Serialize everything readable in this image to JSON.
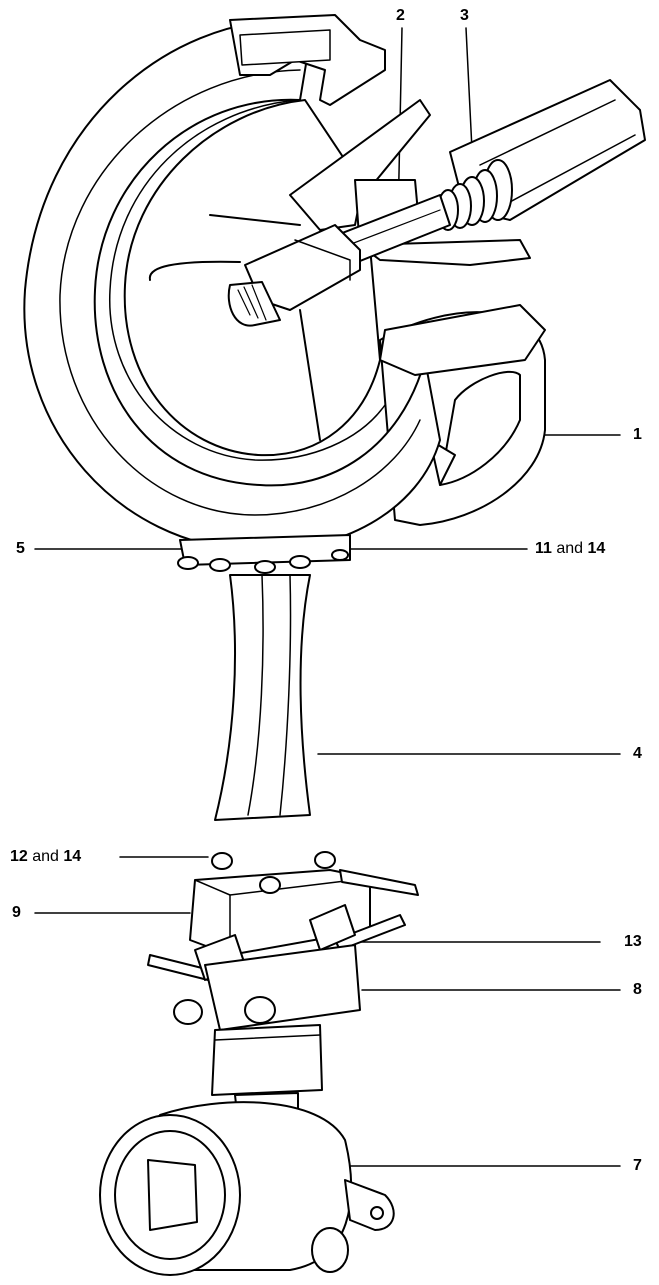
{
  "labels": {
    "l1": {
      "num": "1"
    },
    "l2": {
      "num": "2"
    },
    "l3": {
      "num": "3"
    },
    "l4": {
      "num": "4"
    },
    "l5": {
      "num": "5"
    },
    "l7": {
      "num": "7"
    },
    "l8": {
      "num": "8"
    },
    "l9": {
      "num": "9"
    },
    "l13": {
      "num": "13"
    },
    "l11_14": {
      "a": "11",
      "and": " and ",
      "b": "14"
    },
    "l12_14": {
      "a": "12",
      "and": " and ",
      "b": "14"
    }
  },
  "colors": {
    "line": "#000000",
    "fill": "#ffffff",
    "shade": "#e6e6e6"
  }
}
